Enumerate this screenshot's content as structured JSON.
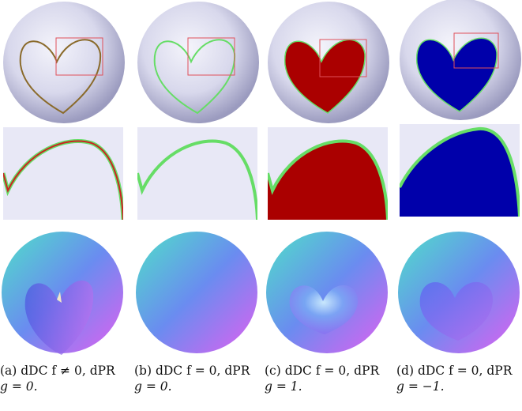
{
  "panels": [
    {
      "id": "a",
      "caption_line1": "(a) dDC f ≠ 0, dPR",
      "caption_line2": "g = 0.",
      "outline_color": "#8a6a2a",
      "fill_color": "none",
      "edge_color": "#cc2222"
    },
    {
      "id": "b",
      "caption_line1": "(b) dDC f = 0, dPR",
      "caption_line2": "g = 0.",
      "outline_color": "#66dd66",
      "fill_color": "none",
      "edge_color": "#66dd66"
    },
    {
      "id": "c",
      "caption_line1": "(c) dDC f = 0, dPR",
      "caption_line2": "g = 1.",
      "outline_color": "#66dd66",
      "fill_color": "#aa0000",
      "edge_color": "#66dd66"
    },
    {
      "id": "d",
      "caption_line1": "(d) dDC f = 0, dPR",
      "caption_line2": "g = −1.",
      "outline_color": "#66dd66",
      "fill_color": "#0000aa",
      "edge_color": "#66dd66"
    }
  ],
  "colors": {
    "sphere_light": "#f4f4fb",
    "sphere_dark": "#9b9bbf",
    "zoom_rect": "#e0505a",
    "zoom_bg": "#e8e8f6"
  }
}
